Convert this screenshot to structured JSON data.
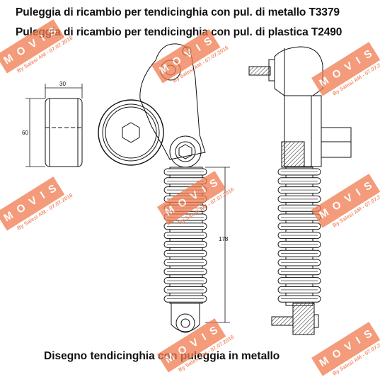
{
  "titles": {
    "line1": "Puleggia di ricambio per tendicinghia con pul. di metallo T3379",
    "line2": "Puleggia di ricambio per tendicinghia con pul. di plastica T2490"
  },
  "caption": "Disegno tendicinghia con puleggia in metallo",
  "dimensions": {
    "pulley_width": "30",
    "pulley_diameter": "60",
    "spring_length": "178"
  },
  "watermark": {
    "logo_text": "MOVIS",
    "credit_text": "By Salesi AM - 07.07.2016",
    "color": "#f07a4e"
  }
}
